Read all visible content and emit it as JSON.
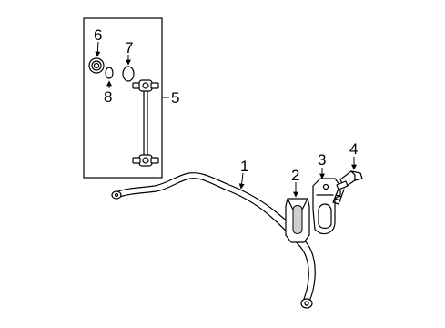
{
  "callouts": {
    "c1": "1",
    "c2": "2",
    "c3": "3",
    "c4": "4",
    "c5": "5",
    "c6": "6",
    "c7": "7",
    "c8": "8"
  },
  "parts": {
    "stabilizer_bar": "stabilizer-bar",
    "bushing": "bushing",
    "bracket": "bracket",
    "bolt": "bolt",
    "stabilizer_link_kit": "stabilizer-link-kit",
    "boot": "boot",
    "seal_ring_large": "o-ring",
    "seal_ring_small": "ring"
  },
  "colors": {
    "line": "#000000",
    "background": "#ffffff",
    "shading": "#cfcfcf"
  }
}
